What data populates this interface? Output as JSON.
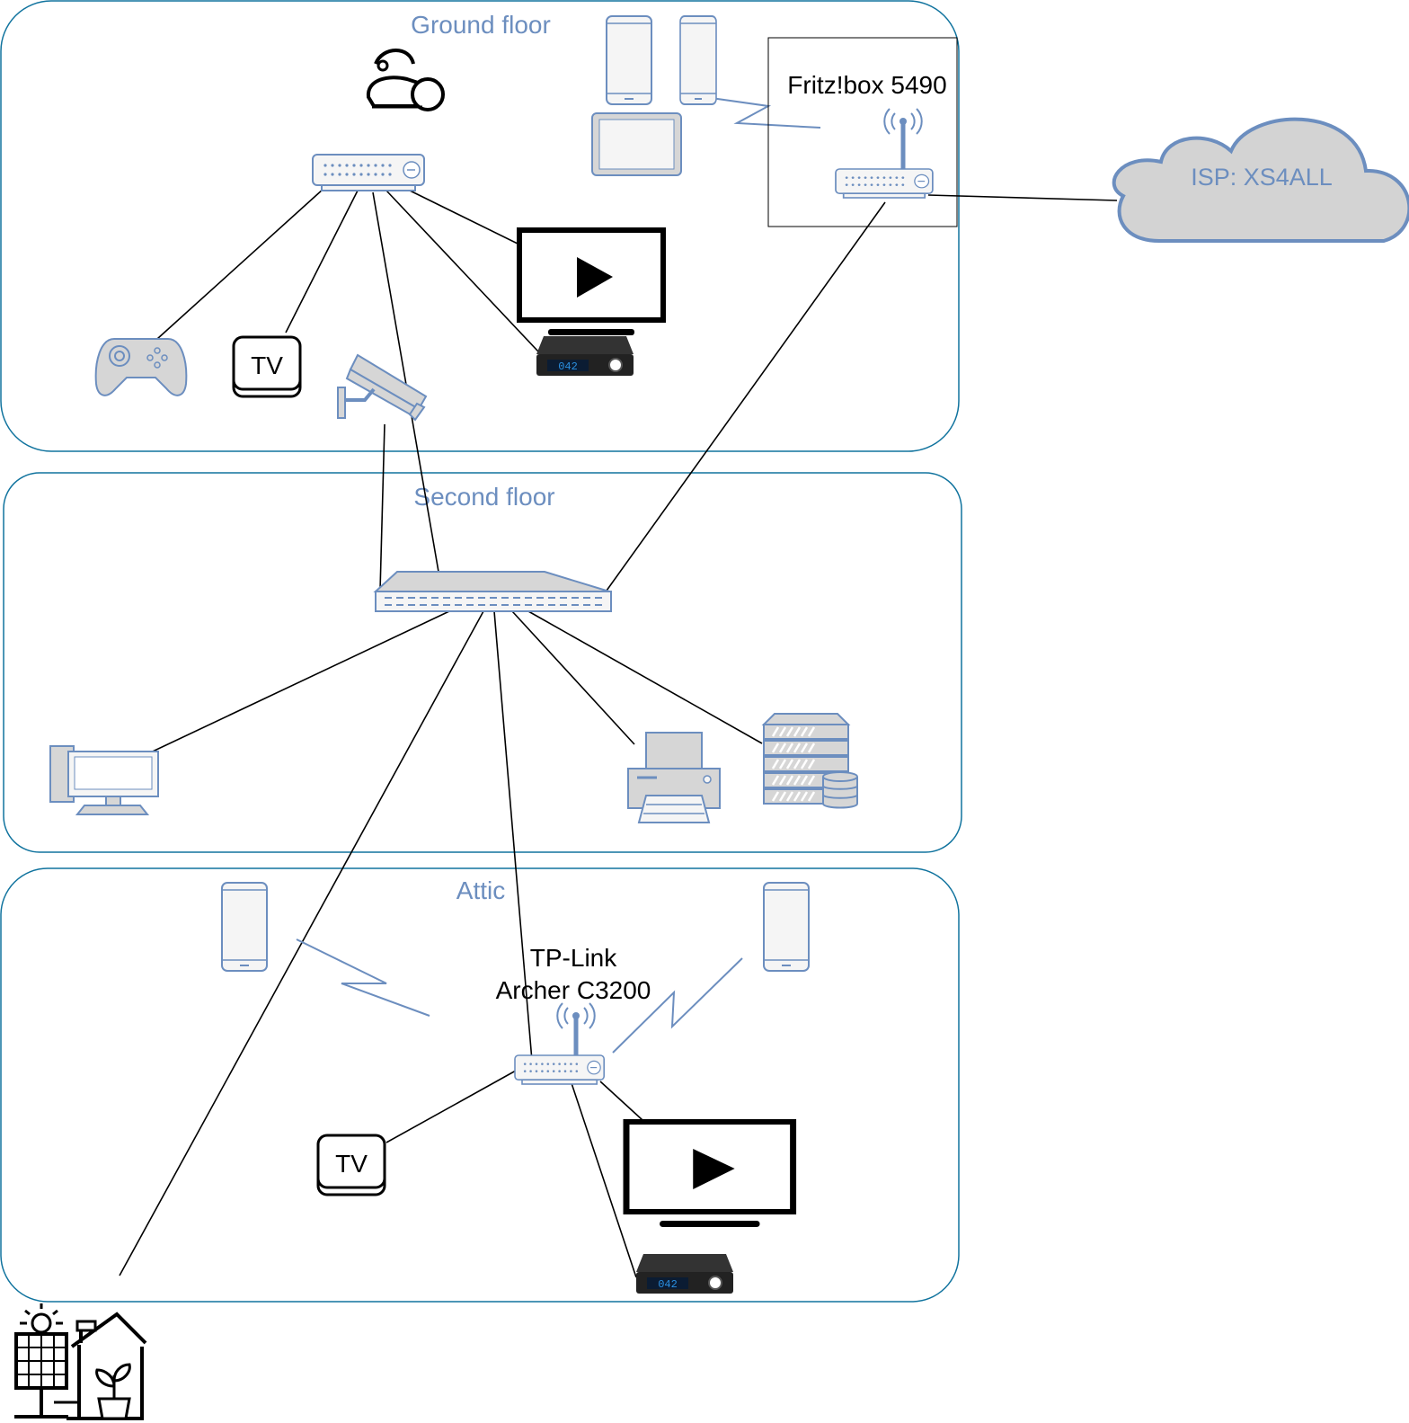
{
  "floors": {
    "ground": "Ground floor",
    "second": "Second floor",
    "attic": "Attic"
  },
  "labels": {
    "fritzbox": "Fritz!box 5490",
    "tplink_line1": "TP-Link",
    "tplink_line2": "Archer C3200",
    "isp": "ISP: XS4ALL"
  },
  "stb_display": "042",
  "tv_box_label": "TV",
  "colors": {
    "floor_border": "#10739e",
    "floor_title": "#6c8ebf",
    "device_stroke": "#6c8ebf",
    "device_fill": "#f5f5f5",
    "cloud_fill": "#d3d3d3",
    "stb_display": "#2a8fe0"
  },
  "icons": [
    "vacuum-icon",
    "smartphone-icon",
    "tablet-icon",
    "switch-icon",
    "router-icon",
    "cloud-icon",
    "gamepad-icon",
    "apple-tv-icon",
    "security-camera-icon",
    "monitor-play-icon",
    "set-top-box-icon",
    "desktop-pc-icon",
    "printer-icon",
    "server-rack-icon",
    "solar-greenhouse-icon"
  ]
}
